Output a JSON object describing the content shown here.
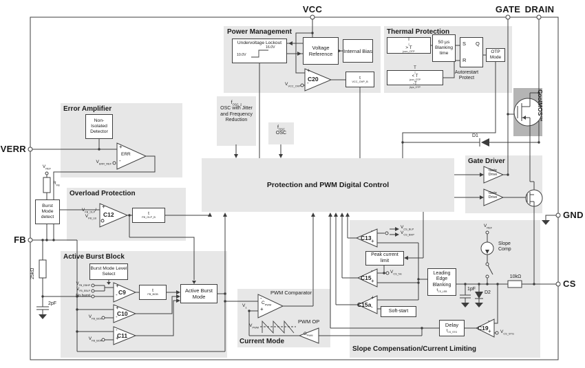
{
  "pins": {
    "vcc": "VCC",
    "gate": "GATE",
    "drain": "DRAIN",
    "verr": "VERR",
    "fb": "FB",
    "gnd": "GND",
    "cs": "CS"
  },
  "sections": {
    "power": "Power Management",
    "thermal": "Thermal Protection",
    "error": "Error Amplifier",
    "overload": "Overload Protection",
    "burst": "Active Burst Block",
    "current": "Current Mode",
    "slope": "Slope Compensation/Current Limiting",
    "driver": "Gate Driver",
    "control": "Protection and PWM Digital Control"
  },
  "marks": {
    "plus": "+",
    "minus": "-"
  },
  "power": {
    "uvlo": "Undervoltage Lockout",
    "von": "16.0V",
    "voff": "10.0V",
    "vref_box": "Voltage Reference",
    "bias": "Internal Bias",
    "c20": "C20",
    "v_vcc_ovp": [
      {
        "t": "V"
      },
      {
        "s": "VCC_OVP"
      }
    ],
    "t_vcc_ovp_b": [
      {
        "t": "t"
      },
      {
        "s": "VCC_OVP_B"
      }
    ]
  },
  "thermal": {
    "t_high": [
      {
        "t": "T"
      },
      {
        "s": "j"
      },
      {
        "t": " > T"
      },
      {
        "s": "jcon_OTP"
      }
    ],
    "t_low": [
      {
        "t": "T"
      },
      {
        "s": "j"
      },
      {
        "t": " < T"
      },
      {
        "s": "jcon_OTP"
      },
      {
        "t": "-T"
      },
      {
        "s": "jhys_OTP"
      }
    ],
    "blanking": "50 µs Blanking time",
    "s": "S",
    "q": "Q",
    "r": "R",
    "otp": "OTP Mode",
    "autorestart": "Autorestart Protect"
  },
  "error": {
    "detector": "Non-Isolated Detector",
    "err": "ERR",
    "v_err_ref": [
      {
        "t": "V"
      },
      {
        "s": "ERR_REF"
      }
    ]
  },
  "left": {
    "v_ref": [
      {
        "t": "V"
      },
      {
        "s": "REF"
      }
    ],
    "r_fb": [
      {
        "t": "R"
      },
      {
        "s": "FB"
      }
    ],
    "burst_detect": "Burst Mode detect",
    "r25": "25kΩ",
    "c2": "2pF"
  },
  "overload": {
    "c12": "C12",
    "v_fb_olp": [
      {
        "t": "V"
      },
      {
        "s": "FB_OLP"
      },
      {
        "t": "/"
      }
    ],
    "v_fb_lb": [
      {
        "t": "V"
      },
      {
        "s": "FB_LB"
      }
    ],
    "t_fb_olp_b": [
      {
        "t": "t"
      },
      {
        "s": "FB_OLP_B"
      }
    ]
  },
  "burst": {
    "level_select": "Burst Mode Level Select",
    "v_fb_ebhp": [
      {
        "t": "V"
      },
      {
        "s": "FB_EBHP"
      }
    ],
    "v_fb_eblp": [
      {
        "t": "V"
      },
      {
        "s": "FB_EBLP"
      }
    ],
    "no_burst": "No burst",
    "c9": "C9",
    "t_fb_bgb": [
      {
        "t": "t"
      },
      {
        "s": "FB_BGB"
      }
    ],
    "abm": "Active Burst Mode",
    "c10": "C10",
    "v_fb_bon": [
      {
        "t": "V"
      },
      {
        "s": "FB_BOn"
      }
    ],
    "c11": "C11",
    "v_fb_boff": [
      {
        "t": "V"
      },
      {
        "s": "FB_BOff"
      }
    ]
  },
  "osc": {
    "f2": [
      {
        "t": "f"
      },
      {
        "s": "OSC_2"
      }
    ],
    "f2_text": "OSC with Jitter and Frequency Reduction",
    "f1": [
      {
        "t": "f"
      },
      {
        "s": "OSC"
      }
    ],
    "f1_text": "OSC"
  },
  "pwm": {
    "comparator": "PWM Comparator",
    "c_pwm": [
      {
        "t": "C"
      },
      {
        "s": "PWM"
      }
    ],
    "v1": [
      {
        "t": "V"
      },
      {
        "s": "1"
      }
    ],
    "v_pwm": [
      {
        "t": "V"
      },
      {
        "s": "PWM"
      }
    ],
    "op": "PWM OP",
    "g_pwm": [
      {
        "t": "G"
      },
      {
        "s": "PWM"
      }
    ]
  },
  "slope": {
    "c13": "C13",
    "v_cs_blp": [
      {
        "t": "V"
      },
      {
        "s": "CS_BLP"
      }
    ],
    "v_cs_bhp": [
      {
        "t": "V"
      },
      {
        "s": "CS_BHP"
      }
    ],
    "peak": "Peak current limit",
    "c15": "C15",
    "v_cs_nx": [
      {
        "t": "V"
      },
      {
        "s": "CS_Nx"
      }
    ],
    "c15a": "C15a",
    "softstart": "Soft-start",
    "leb": "Leading Edge Blanking",
    "t_cs_leb": [
      {
        "t": "t"
      },
      {
        "s": "CS_LEB"
      }
    ],
    "c1pf": "1pF",
    "d2": "D2",
    "delay": "Delay",
    "t_cs_stg": [
      {
        "t": "t"
      },
      {
        "s": "CS_STG"
      }
    ],
    "c19": "C19",
    "v_cs_stg": [
      {
        "t": "V"
      },
      {
        "s": "CS_STG"
      }
    ],
    "v_ref": [
      {
        "t": "V"
      },
      {
        "s": "REF"
      }
    ],
    "slope_comp": "Slope Comp",
    "r10k": "10kΩ"
  },
  "driver": {
    "gate_drive": "Gate Drive",
    "d1": "D1",
    "coolmos": "CoolMOS™"
  },
  "colors": {
    "region": "#e7e7e7",
    "coolmos_box": "#b4b4b4",
    "line": "#3d3d3d",
    "text": "#1a1a1a",
    "background": "#ffffff"
  }
}
